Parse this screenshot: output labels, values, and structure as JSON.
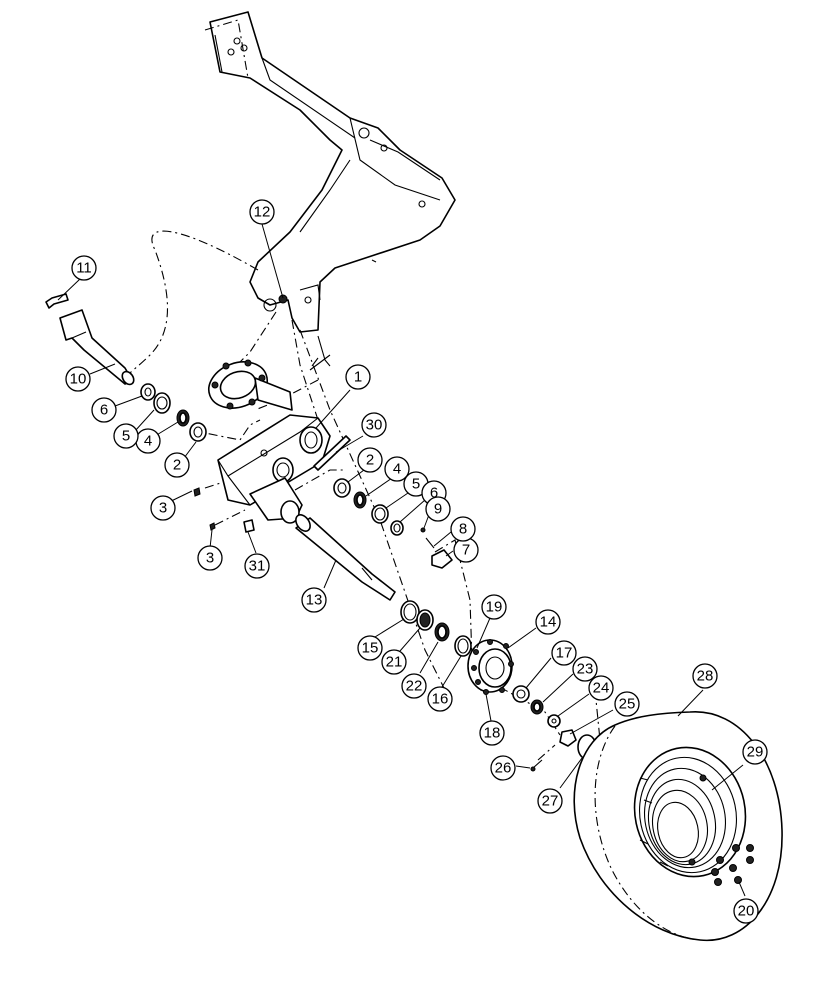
{
  "callouts": [
    {
      "id": "c1",
      "label": "1"
    },
    {
      "id": "c2a",
      "label": "2"
    },
    {
      "id": "c2b",
      "label": "2"
    },
    {
      "id": "c3a",
      "label": "3"
    },
    {
      "id": "c3b",
      "label": "3"
    },
    {
      "id": "c4a",
      "label": "4"
    },
    {
      "id": "c4b",
      "label": "4"
    },
    {
      "id": "c5a",
      "label": "5"
    },
    {
      "id": "c5b",
      "label": "5"
    },
    {
      "id": "c6a",
      "label": "6"
    },
    {
      "id": "c6b",
      "label": "6"
    },
    {
      "id": "c7",
      "label": "7"
    },
    {
      "id": "c8",
      "label": "8"
    },
    {
      "id": "c9",
      "label": "9"
    },
    {
      "id": "c10",
      "label": "10"
    },
    {
      "id": "c11",
      "label": "11"
    },
    {
      "id": "c12",
      "label": "12"
    },
    {
      "id": "c13",
      "label": "13"
    },
    {
      "id": "c14",
      "label": "14"
    },
    {
      "id": "c15",
      "label": "15"
    },
    {
      "id": "c16",
      "label": "16"
    },
    {
      "id": "c17",
      "label": "17"
    },
    {
      "id": "c18",
      "label": "18"
    },
    {
      "id": "c19",
      "label": "19"
    },
    {
      "id": "c20",
      "label": "20"
    },
    {
      "id": "c21",
      "label": "21"
    },
    {
      "id": "c22",
      "label": "22"
    },
    {
      "id": "c23",
      "label": "23"
    },
    {
      "id": "c24",
      "label": "24"
    },
    {
      "id": "c25",
      "label": "25"
    },
    {
      "id": "c26",
      "label": "26"
    },
    {
      "id": "c27",
      "label": "27"
    },
    {
      "id": "c28",
      "label": "28"
    },
    {
      "id": "c29",
      "label": "29"
    },
    {
      "id": "c30",
      "label": "30"
    },
    {
      "id": "c31",
      "label": "31"
    }
  ]
}
